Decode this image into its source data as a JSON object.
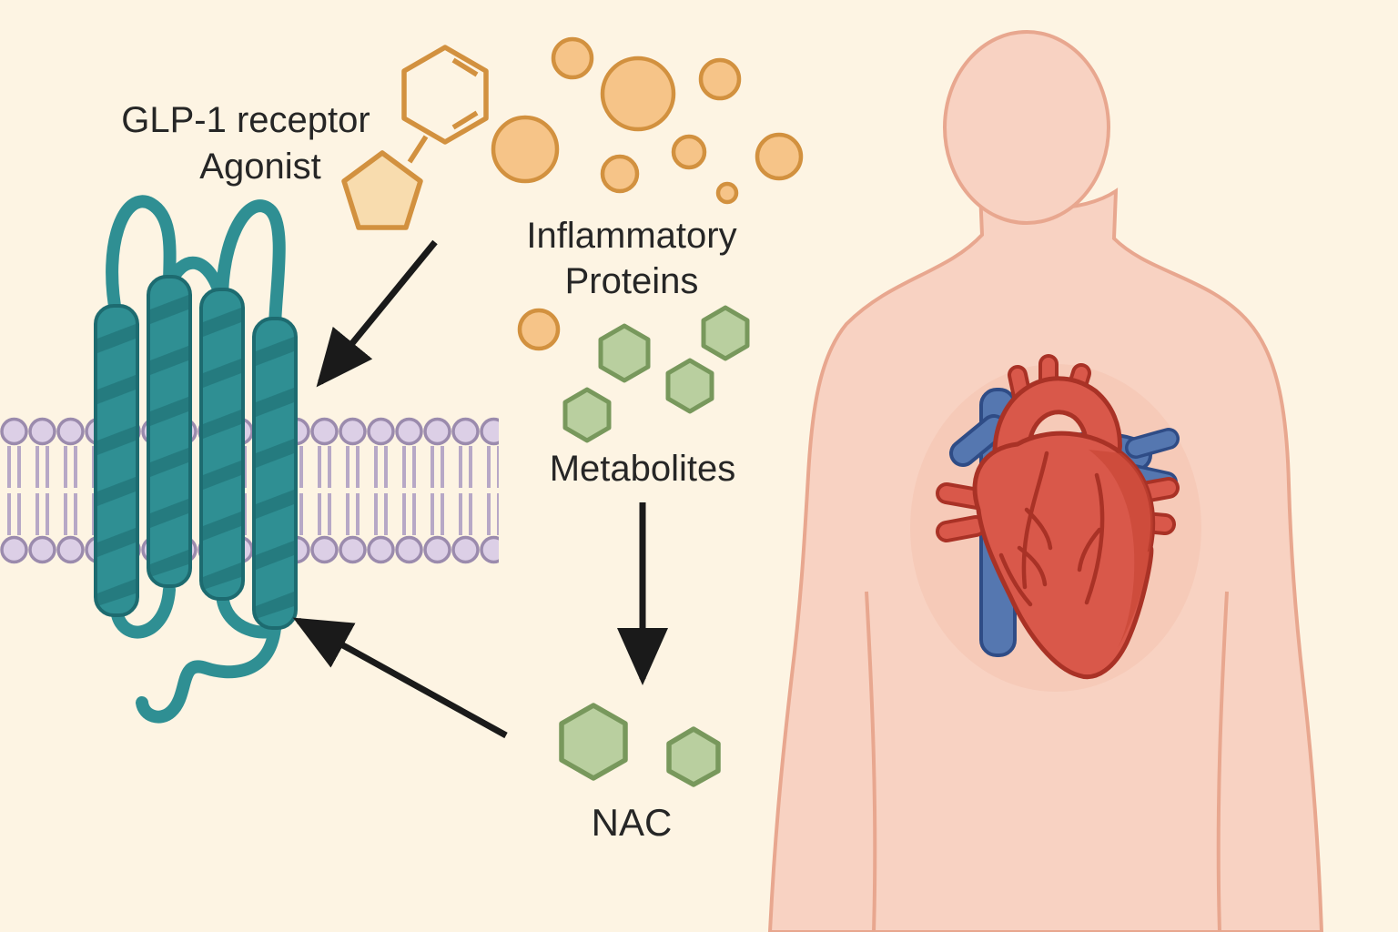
{
  "title": "GLP-1 receptor agonist mechanism illustration",
  "labels": {
    "agonist_line1": "GLP-1 receptor",
    "agonist_line2": "Agonist",
    "inflammatory_line1": "Inflammatory",
    "inflammatory_line2": "Proteins",
    "metabolites": "Metabolites",
    "nac": "NAC"
  },
  "colors": {
    "background": "#fdf4e3",
    "orange_fill": "#f6c488",
    "orange_stroke": "#d2913f",
    "pentagon_fill": "#f8dcae",
    "green_fill": "#b9cf9f",
    "green_stroke": "#78985c",
    "receptor_teal": "#2f8f93",
    "receptor_teal_dark": "#1d6b70",
    "membrane_head": "#dccfe6",
    "membrane_head_stroke": "#9b8bad",
    "membrane_tail": "#b7a8c6",
    "skin_fill": "#f8d2c2",
    "skin_stroke": "#e8a78f",
    "heart_red": "#d9584a",
    "heart_red_dark": "#a93226",
    "vessel_blue": "#5577b0",
    "vessel_blue_dark": "#2f4c86",
    "arrow": "#1a1a1a",
    "text": "#262626"
  }
}
